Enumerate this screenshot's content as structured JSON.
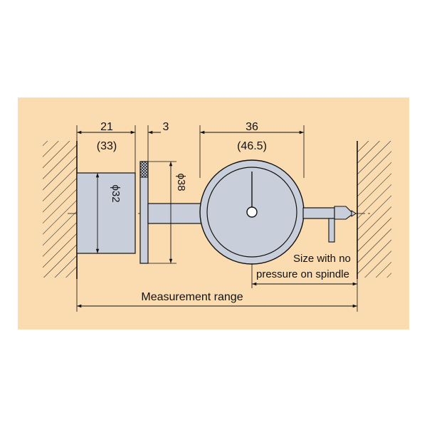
{
  "colors": {
    "background": "#ffffff",
    "panel": "#fadcb0",
    "part_fill": "#c9cfda",
    "line": "#111111"
  },
  "dimensions": {
    "body_length": "21",
    "body_length_alt": "(33)",
    "flange_thickness": "3",
    "dial_width": "36",
    "dial_width_alt": "(46.5)",
    "body_diameter": "ϕ32",
    "flange_diameter": "ϕ38"
  },
  "notes": {
    "size_note_line1": "Size with no",
    "size_note_line2": "pressure on spindle",
    "measurement_range": "Measurement range"
  }
}
